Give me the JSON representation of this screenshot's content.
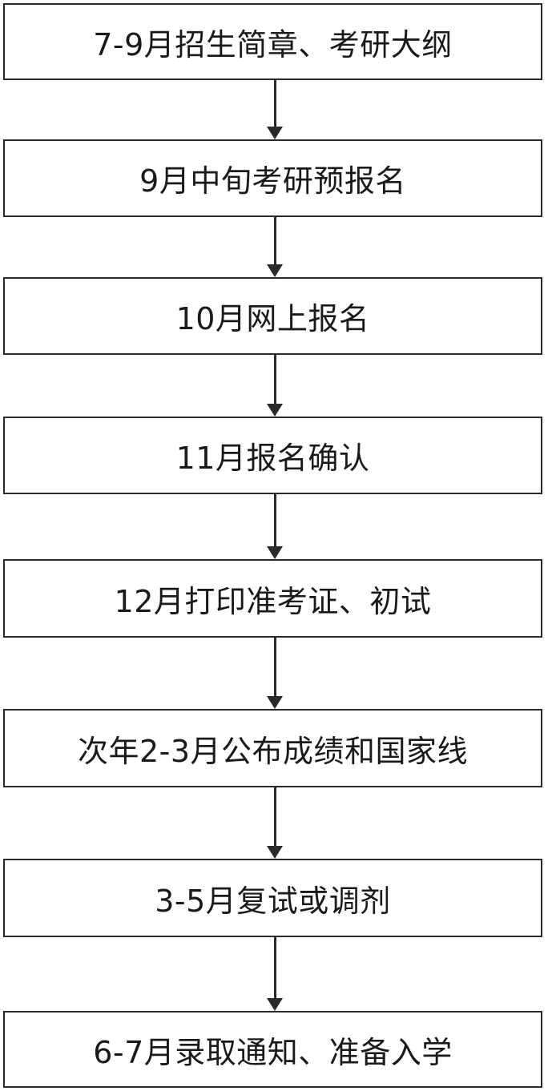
{
  "flowchart": {
    "steps": [
      {
        "label": "7-9月招生简章、考研大纲"
      },
      {
        "label": "9月中旬考研预报名"
      },
      {
        "label": "10月网上报名"
      },
      {
        "label": "11月报名确认"
      },
      {
        "label": "12月打印准考证、初试"
      },
      {
        "label": "次年2-3月公布成绩和国家线"
      },
      {
        "label": "3-5月复试或调剂"
      },
      {
        "label": "6-7月录取通知、准备入学"
      }
    ]
  },
  "colors": {
    "border": "#2a2a2a",
    "text": "#1a1a1a",
    "background": "#ffffff"
  }
}
